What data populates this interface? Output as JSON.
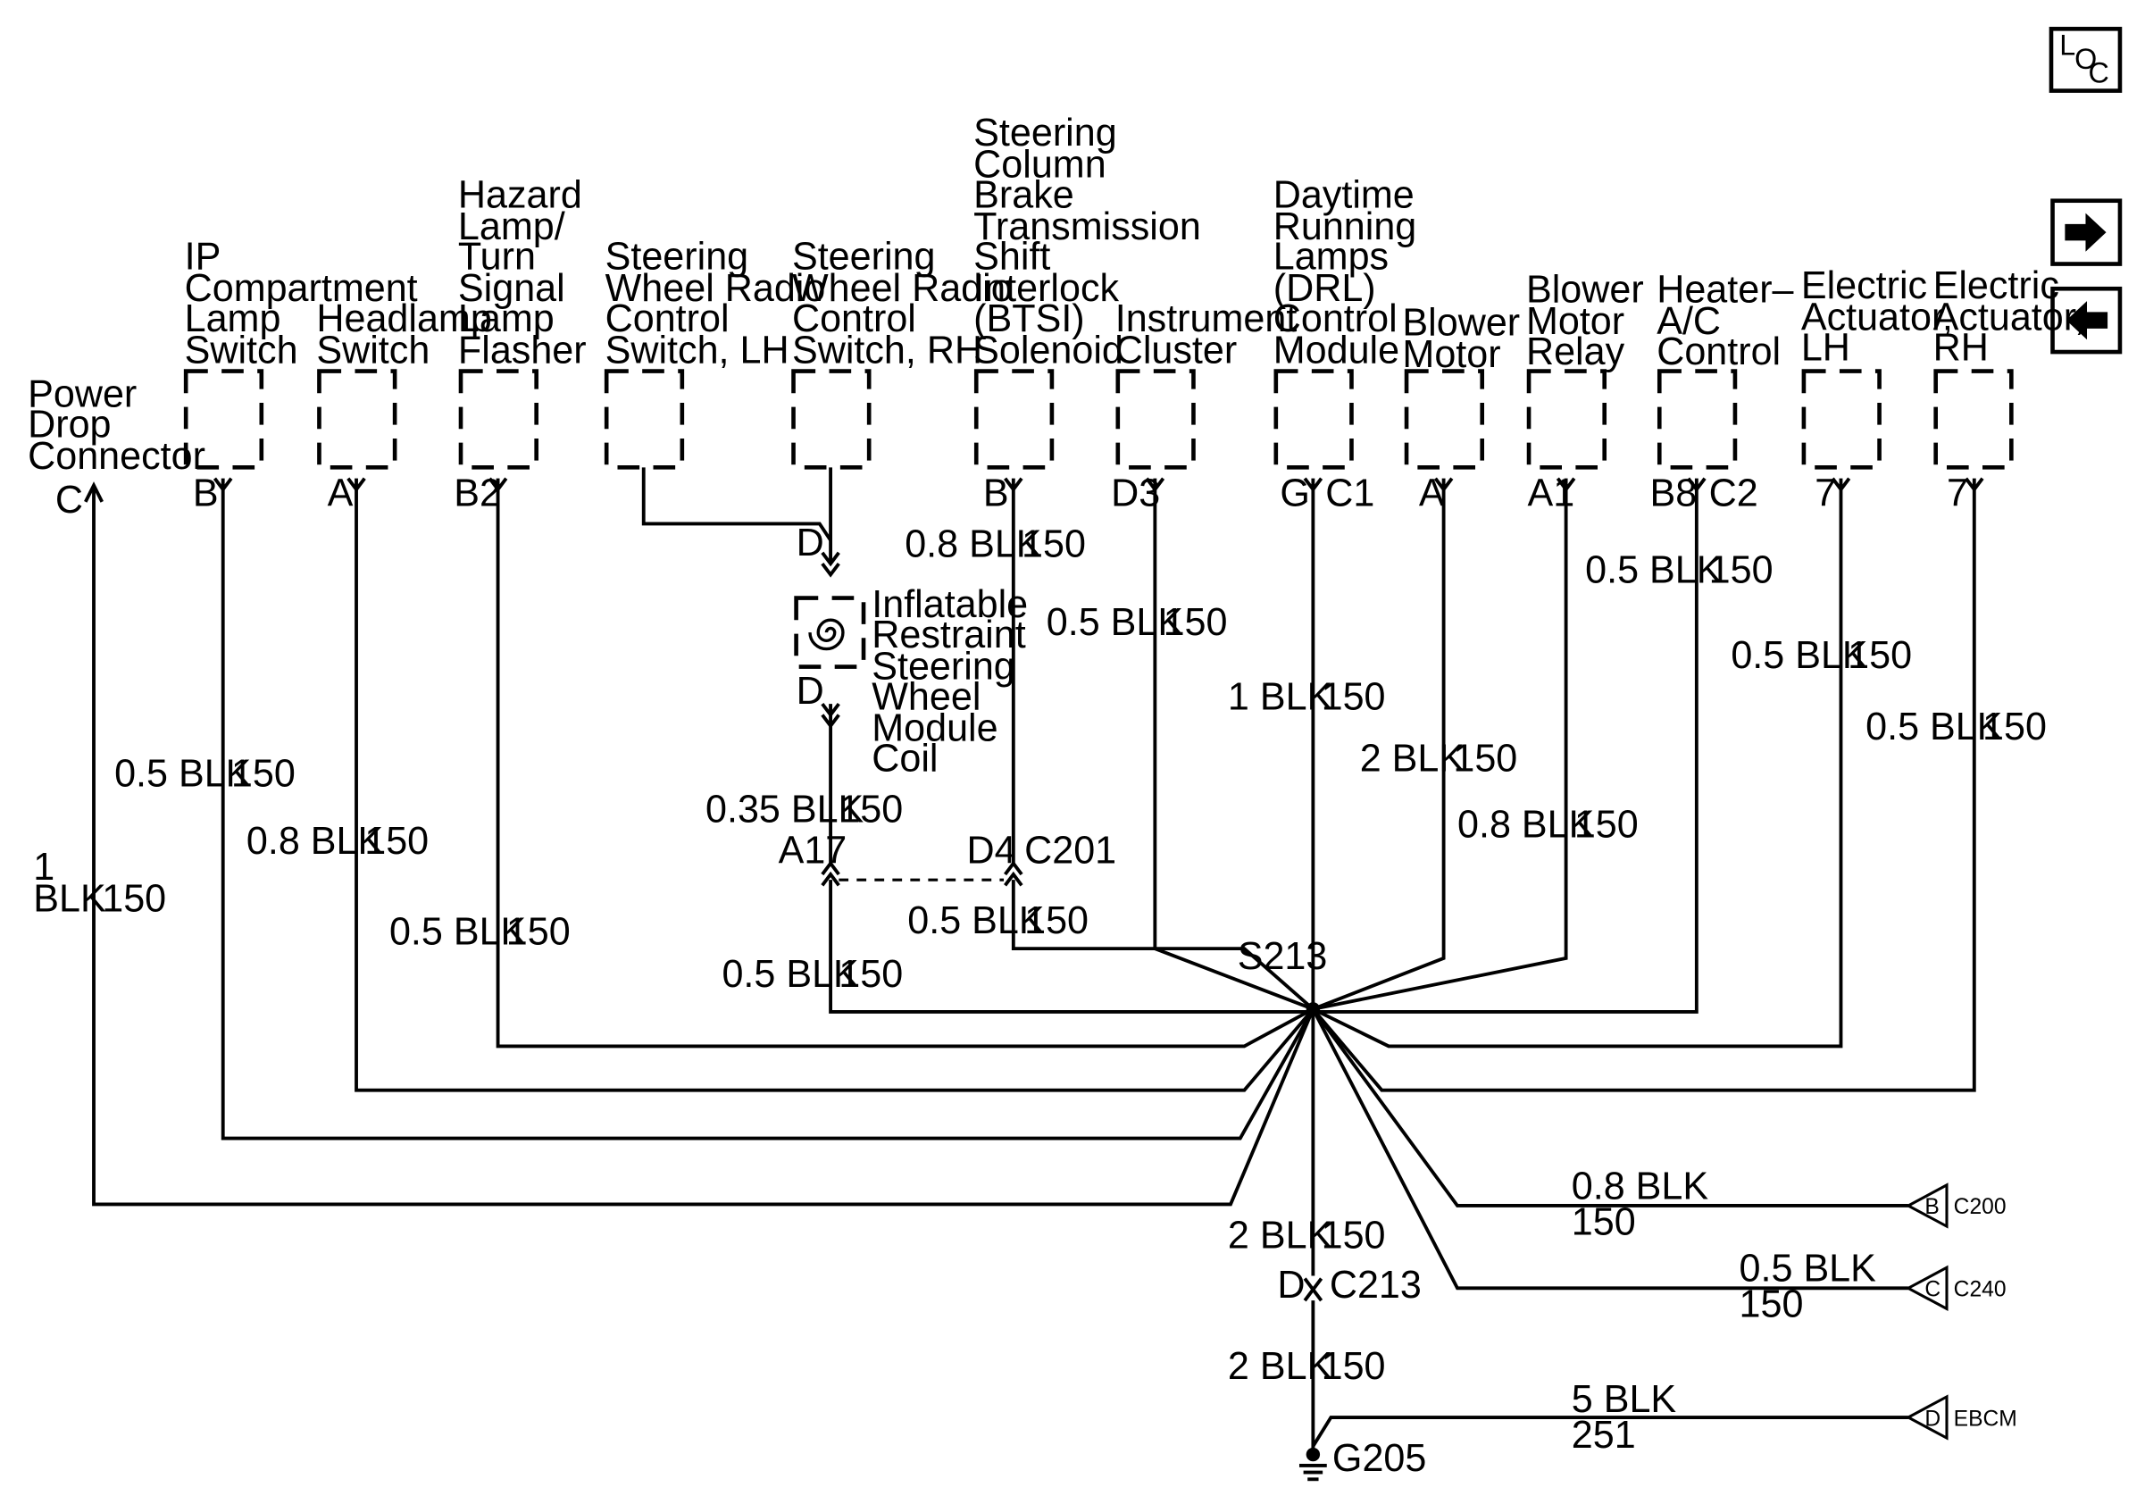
{
  "nav": {
    "loc_letters": [
      "L",
      "O",
      "C"
    ],
    "next_icon": "arrow-right-icon",
    "prev_icon": "arrow-left-icon"
  },
  "components": {
    "power_drop": [
      "Power",
      "Drop",
      "Connector"
    ],
    "ip_lamp": [
      "IP",
      "Compartment",
      "Lamp",
      "Switch"
    ],
    "headlamp": [
      "Headlamp",
      "Switch"
    ],
    "hazard": [
      "Hazard",
      "Lamp/",
      "Turn",
      "Signal",
      "Lamp",
      "Flasher"
    ],
    "radio_lh": [
      "Steering",
      "Wheel Radio",
      "Control",
      "Switch, LH"
    ],
    "radio_rh": [
      "Steering",
      "Wheel Radio",
      "Control",
      "Switch, RH"
    ],
    "btsi": [
      "Steering",
      "Column",
      "Brake",
      "Transmission",
      "Shift",
      "Interlock",
      "(BTSI)",
      "Solenoid"
    ],
    "cluster": [
      "Instrument",
      "Cluster"
    ],
    "drl": [
      "Daytime",
      "Running",
      "Lamps",
      "(DRL)",
      "Control",
      "Module"
    ],
    "blower_motor": [
      "Blower",
      "Motor"
    ],
    "blower_relay": [
      "Blower",
      "Motor",
      "Relay"
    ],
    "heater": [
      "Heater–",
      "A/C",
      "Control"
    ],
    "actuator_lh": [
      "Electric",
      "Actuator,",
      "LH"
    ],
    "actuator_rh": [
      "Electric",
      "Actuator,",
      "RH"
    ],
    "coil": [
      "Inflatable",
      "Restraint",
      "Steering",
      "Wheel",
      "Module",
      "Coil"
    ]
  },
  "pins": {
    "power_drop": "C",
    "ip_lamp": "B",
    "headlamp": "A",
    "hazard": "B2",
    "btsi": "B",
    "cluster": "D3",
    "drl_g": "G",
    "drl_c": "C1",
    "blower_motor": "A",
    "blower_relay": "A1",
    "heater_b": "B8",
    "heater_c": "C2",
    "actuator_lh": "7",
    "actuator_rh": "7",
    "coil_top": "D",
    "coil_bottom": "D",
    "a17": "A17",
    "d4": "D4",
    "c201": "C201",
    "c213_pin": "D",
    "c213": "C213"
  },
  "wires": {
    "power_drop_size": "1",
    "power_drop_color": "BLK",
    "power_drop_circuit": "150",
    "ip_lamp": "0.5 BLK",
    "ip_lamp_circuit": "150",
    "headlamp": "0.8 BLK",
    "headlamp_circuit": "150",
    "hazard": "0.5 BLK",
    "hazard_circuit": "150",
    "btsi": "0.8 BLK",
    "btsi_circuit": "150",
    "coil_out": "0.35 BLK",
    "coil_out_circuit": "150",
    "a17_splice": "0.5 BLK",
    "a17_splice_circuit": "150",
    "c201_splice": "0.5 BLK",
    "c201_splice_circuit": "150",
    "cluster": "0.5 BLK",
    "cluster_circuit": "150",
    "drl": "1 BLK",
    "drl_circuit": "150",
    "blower_motor": "2 BLK",
    "blower_motor_circuit": "150",
    "blower_relay": "0.8 BLK",
    "blower_relay_circuit": "150",
    "heater": "0.5 BLK",
    "heater_circuit": "150",
    "actuator_lh": "0.5 BLK",
    "actuator_lh_circuit": "150",
    "actuator_rh": "0.5 BLK",
    "actuator_rh_circuit": "150",
    "splice_ground": "2 BLK",
    "splice_ground_circuit": "150",
    "ground": "2 BLK",
    "ground_circuit": "150",
    "c200": "0.8 BLK",
    "c200_circuit": "150",
    "c240": "0.5 BLK",
    "c240_circuit": "150",
    "ebcm": "5 BLK",
    "ebcm_circuit": "251"
  },
  "splice": "S213",
  "ground": "G205",
  "offpage": {
    "c200_pin": "B",
    "c200": "C200",
    "c240_pin": "C",
    "c240": "C240",
    "ebcm_pin": "D",
    "ebcm": "EBCM"
  }
}
